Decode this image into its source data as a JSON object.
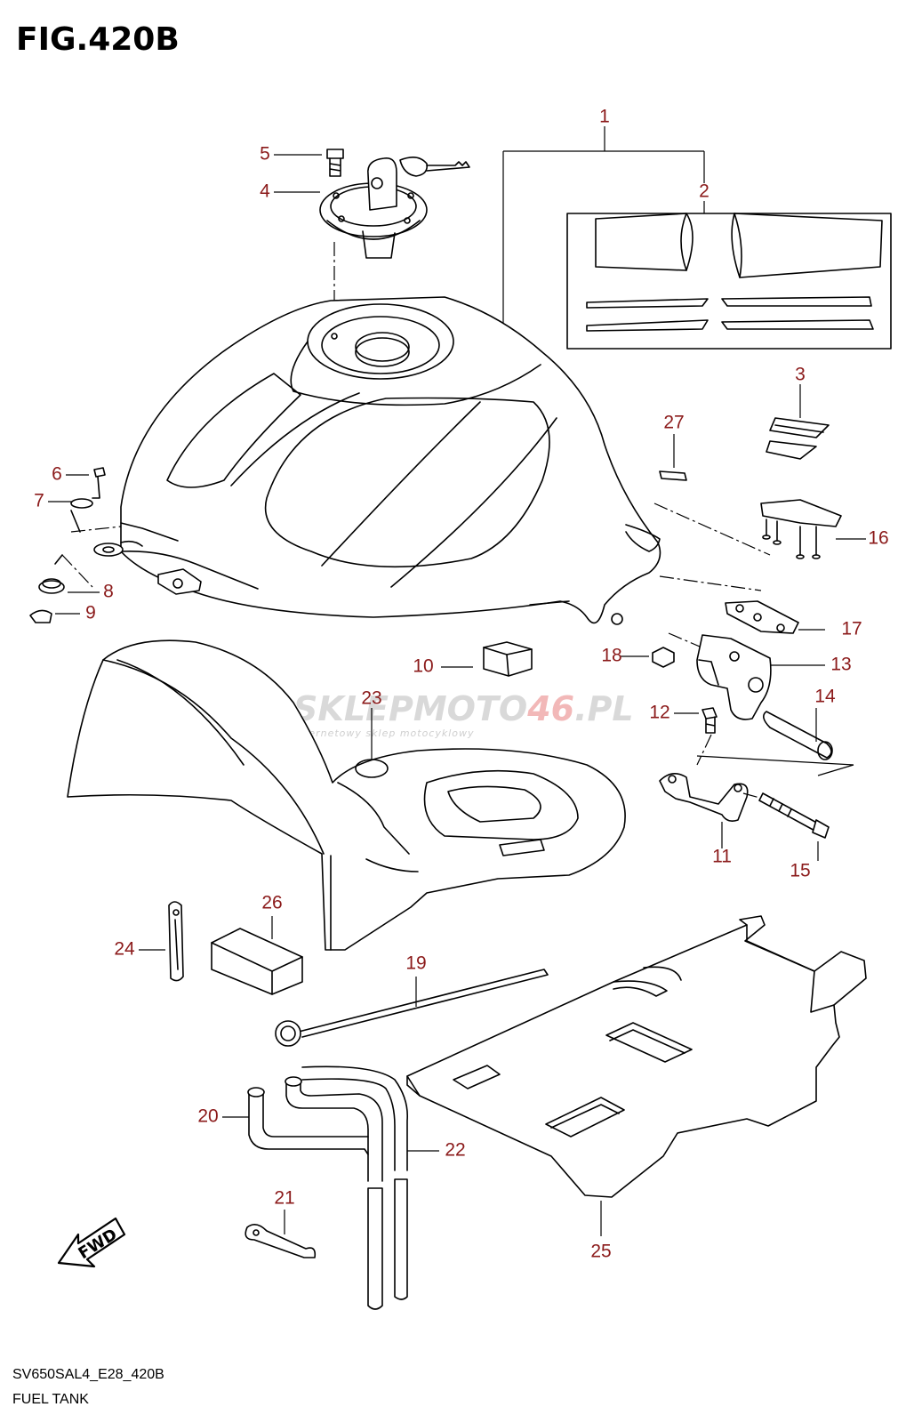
{
  "figure": {
    "title": "FIG.420B",
    "model_code": "SV650SAL4_E28_420B",
    "caption": "FUEL TANK"
  },
  "watermark": {
    "brand_prefix": "SKLEPMOTO",
    "brand_number": "46",
    "brand_suffix": ".PL",
    "tagline": "internetowy sklep motocyklowy"
  },
  "fwd_label": "FWD",
  "colors": {
    "callout": "#8b1a1a",
    "line": "#000000",
    "watermark": "#d9d9d9",
    "watermark_accent": "#f2b8b8"
  },
  "callouts": {
    "p1": "1",
    "p2": "2",
    "p3": "3",
    "p4": "4",
    "p5": "5",
    "p6": "6",
    "p7": "7",
    "p8": "8",
    "p9": "9",
    "p10": "10",
    "p11": "11",
    "p12": "12",
    "p13": "13",
    "p14": "14",
    "p15": "15",
    "p16": "16",
    "p17": "17",
    "p18": "18",
    "p19": "19",
    "p20": "20",
    "p21": "21",
    "p22": "22",
    "p23": "23",
    "p24": "24",
    "p25": "25",
    "p26": "26",
    "p27": "27"
  }
}
